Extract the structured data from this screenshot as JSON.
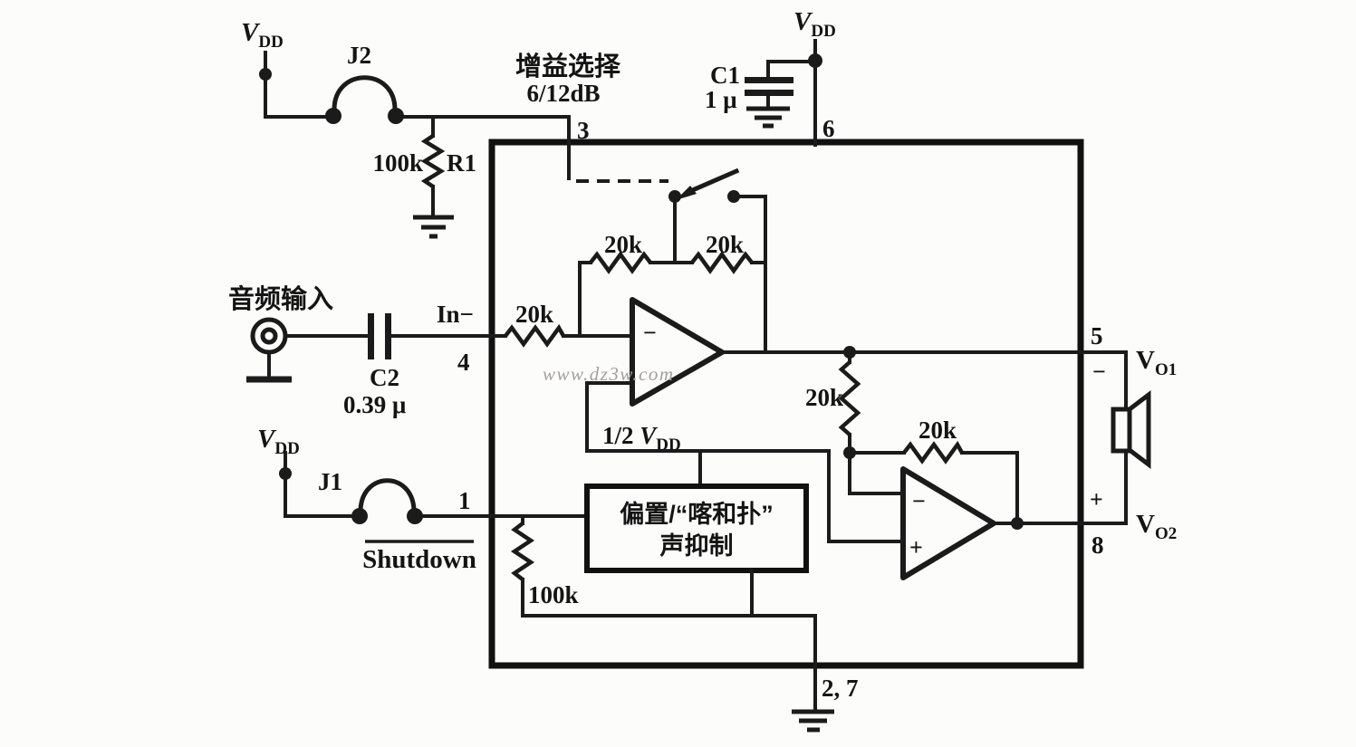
{
  "meta": {
    "description_colors": {
      "ink": "#1b1b1b",
      "background": "#fcfcfb",
      "watermark": "#a3a09c"
    }
  },
  "labels": {
    "vdd": "V",
    "vdd_sub": "DD",
    "j2": "J2",
    "j1": "J1",
    "gain_title": "增益选择",
    "gain_value": "6/12dB",
    "r1_value": "100k",
    "r1_name": "R1",
    "c1_name": "C1",
    "c1_value": "1 μ",
    "c2_name": "C2",
    "c2_value": "0.39 μ",
    "audio_input": "音频输入",
    "in_neg": "In−",
    "shutdown": "Shutdown",
    "r_shutdown_value": "100k",
    "r_in": "20k",
    "r_fb1": "20k",
    "r_fb2": "20k",
    "r_mid": "20k",
    "r_fb3": "20k",
    "half_vdd_prefix": "1/2 ",
    "bias_line1": "偏置/“喀和扑”",
    "bias_line2": "声抑制",
    "opamp_minus": "−",
    "opamp_plus": "+",
    "spk_minus": "−",
    "spk_plus": "+",
    "vo_v": "V",
    "vo1_sub": "O1",
    "vo2_sub": "O2",
    "pin1": "1",
    "pin27": "2, 7",
    "pin3": "3",
    "pin4": "4",
    "pin5": "5",
    "pin6": "6",
    "pin8": "8",
    "watermark": "www.dz3w.com"
  }
}
